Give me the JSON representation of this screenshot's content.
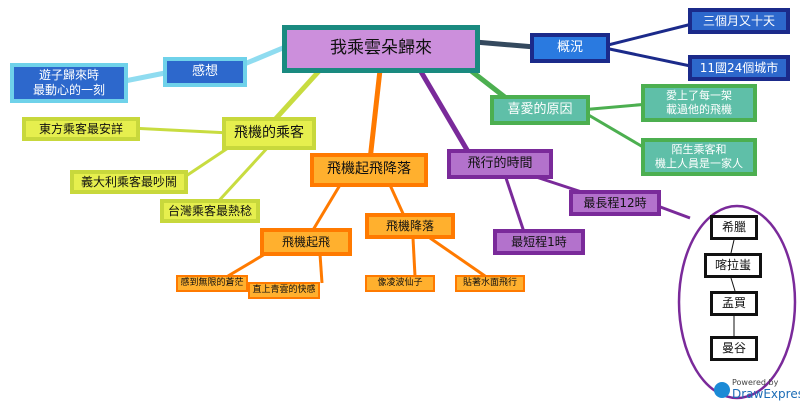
{
  "root": "我乘雲朵歸來",
  "nodes": {
    "feel": "感想",
    "feel_child": "遊子歸來時\n最動心的一刻",
    "overview": "概況",
    "ov1": "三個月又十天",
    "ov2": "11國24個城市",
    "love": "喜愛的原因",
    "love1": "愛上了每一架\n載過他的飛機",
    "love2": "陌生乘客和\n機上人員是一家人",
    "pass": "飛機的乘客",
    "pass1": "東方乘客最安詳",
    "pass2": "義大利乘客最吵鬧",
    "pass3": "台灣乘客最熱稔",
    "fly": "飛機起飛降落",
    "takeoff": "飛機起飛",
    "t1": "感到無限的蒼茫",
    "t2": "直上青雲的快感",
    "land": "飛機降落",
    "l1": "像凌波仙子",
    "l2": "貼著水面飛行",
    "time": "飛行的時間",
    "longest": "最長程12時",
    "shortest": "最短程1時",
    "route": [
      "希臘",
      "喀拉蚩",
      "孟買",
      "曼谷"
    ]
  },
  "logo": {
    "powered": "Powered by",
    "name": "DrawExpress"
  }
}
